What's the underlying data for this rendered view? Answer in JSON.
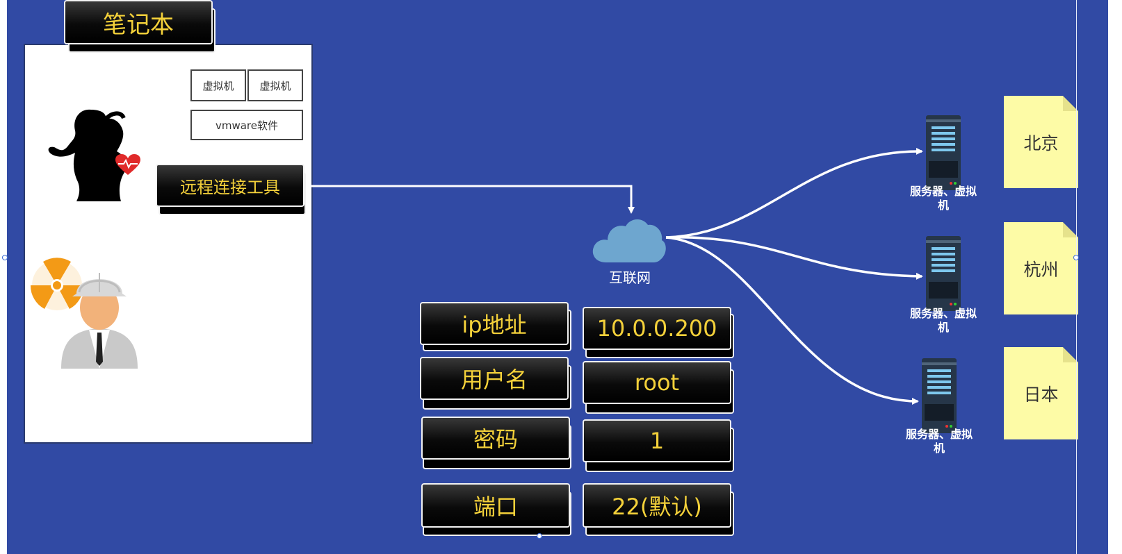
{
  "laptop": {
    "title": "笔记本",
    "vm_boxes": [
      "虚拟机",
      "虚拟机"
    ],
    "vmware_label": "vmware软件",
    "remote_tool_label": "远程连接工具"
  },
  "internet": {
    "label": "互联网"
  },
  "servers": [
    {
      "label": "服务器、虚拟机",
      "location": "北京"
    },
    {
      "label": "服务器、虚拟机",
      "location": "杭州"
    },
    {
      "label": "服务器、虚拟机",
      "location": "日本"
    }
  ],
  "connection": {
    "ip_label": "ip地址",
    "ip_value": "10.0.0.200",
    "user_label": "用户名",
    "user_value": "root",
    "password_label": "密码",
    "password_value": "1",
    "port_label": "端口",
    "port_value": "22(默认)"
  },
  "colors": {
    "background": "#314aa4",
    "label_text": "#f4d13a",
    "sticky_note": "#fdfba6",
    "cloud": "#6ea6cf"
  },
  "icons": [
    "woman-silhouette-icon",
    "heart-icon",
    "engineer-icon",
    "radiation-icon",
    "cloud-icon",
    "server-rack-icon"
  ]
}
